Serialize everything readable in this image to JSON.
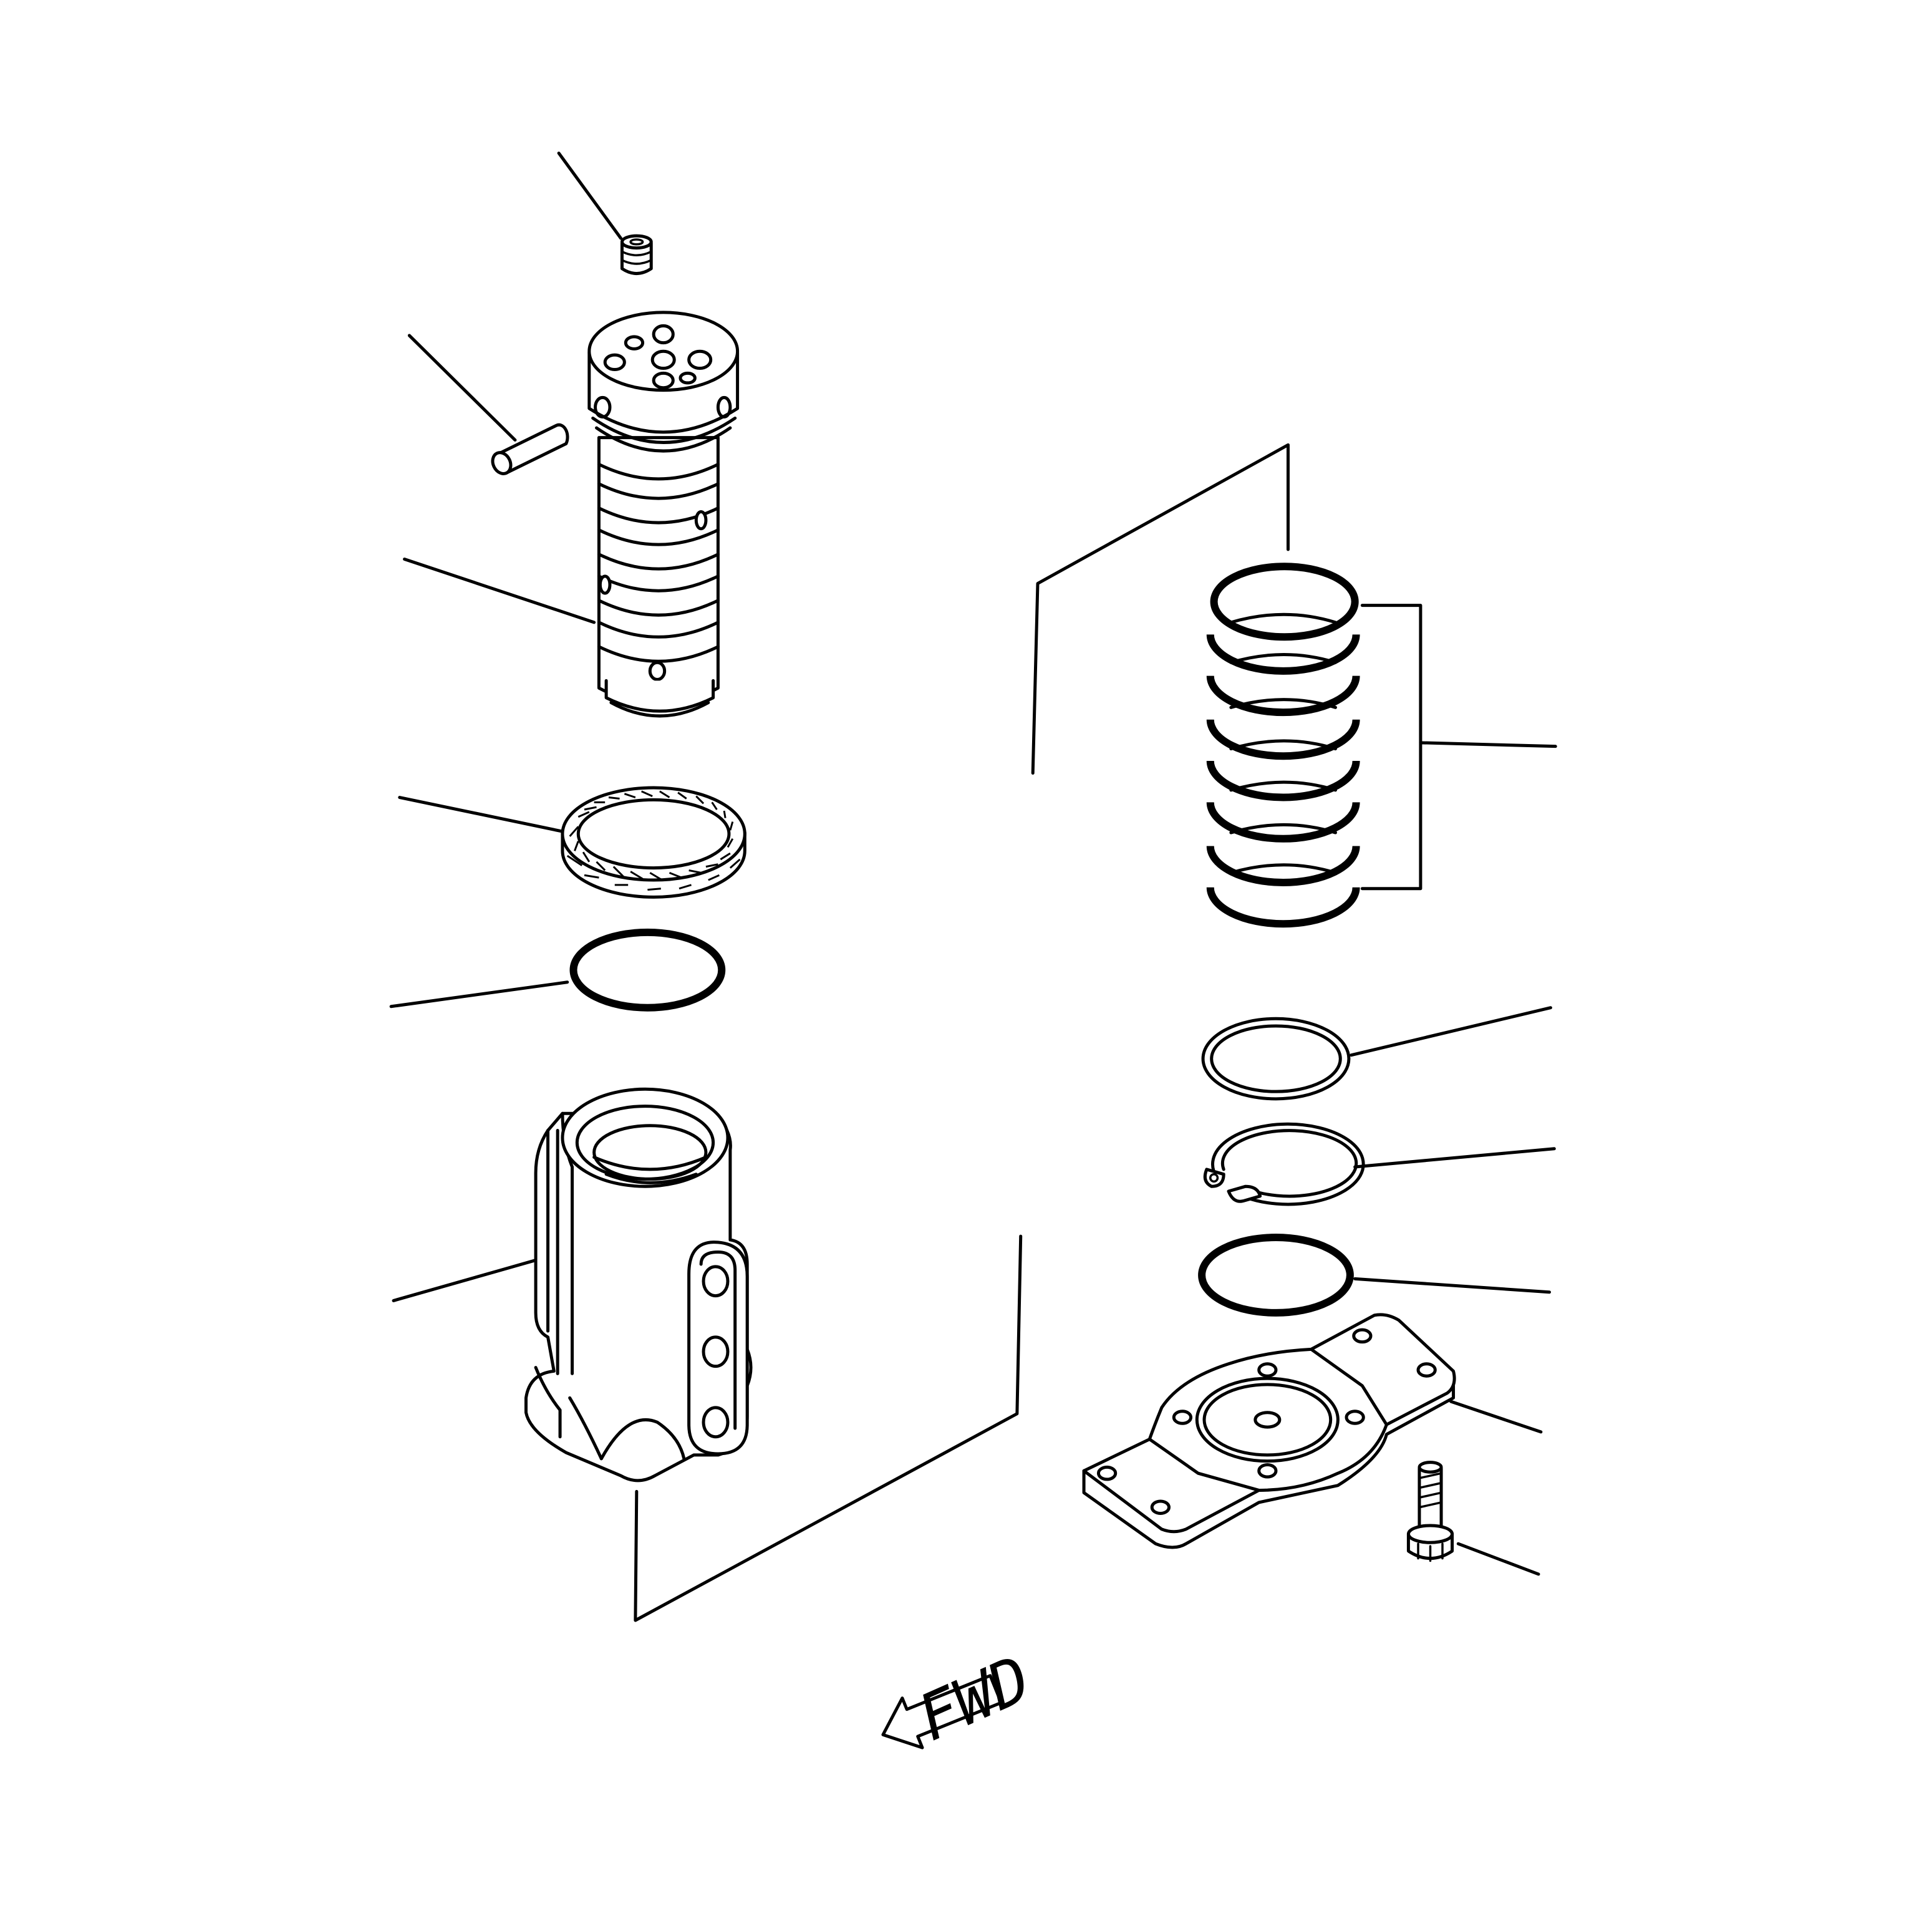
{
  "diagram": {
    "direction_marker": {
      "label": "FWD",
      "icon": "left-arrow-icon"
    },
    "parts": [
      "plug",
      "pin",
      "rotor-shaft",
      "ring",
      "o-ring",
      "swivel-body",
      "seal-rings",
      "backup-ring",
      "snap-ring",
      "o-ring-lower",
      "cover-plate",
      "bolt"
    ]
  }
}
